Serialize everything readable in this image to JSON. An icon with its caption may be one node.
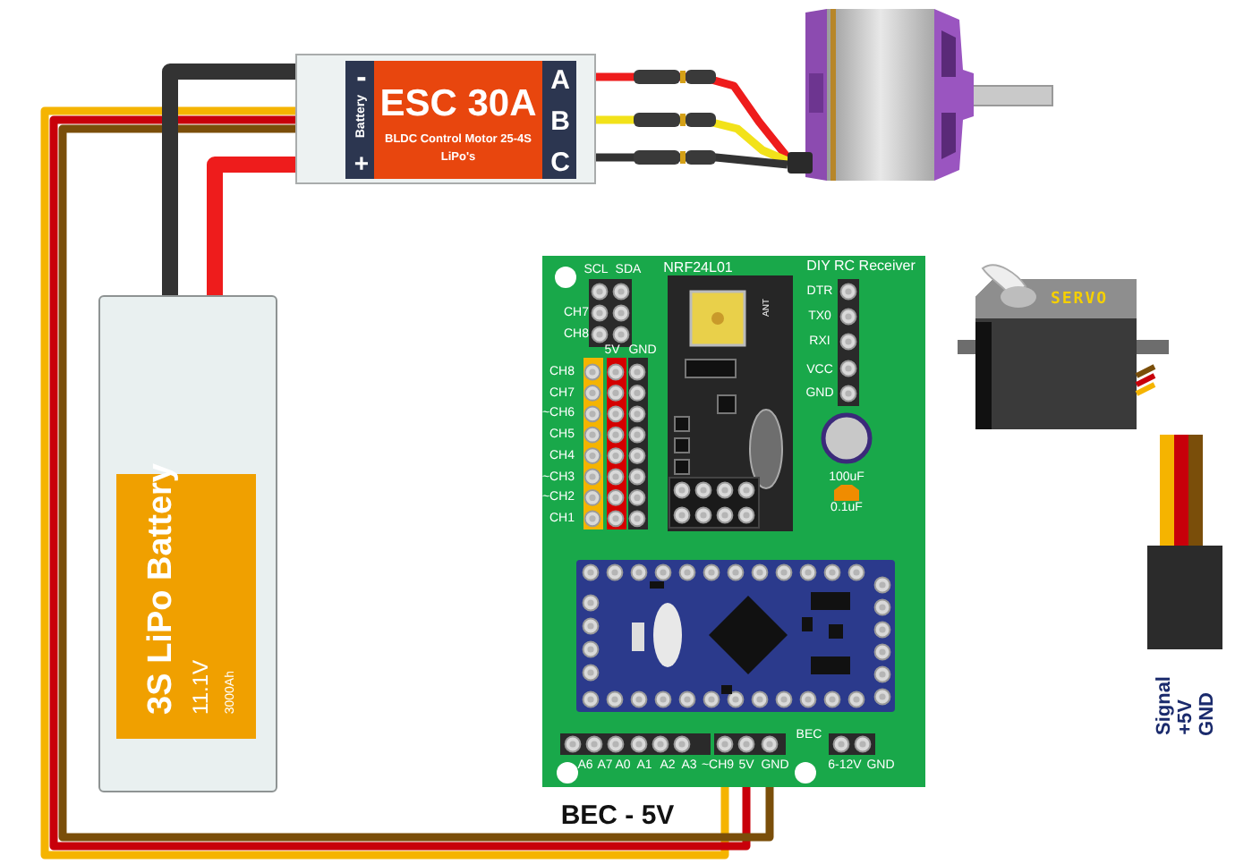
{
  "diagram": {
    "nodes": [
      {
        "text": [
          "-",
          "Battery",
          "+",
          "ESC 30A",
          "BLDC Control Motor 25-4S LiPo's",
          "A",
          "B",
          "C"
        ]
      },
      {
        "text": [],
        "shape": "picture"
      },
      {
        "text": [
          "3S LiPo Battery",
          "11.1V",
          "3000Ah"
        ]
      },
      {
        "text": [
          "DIY RC Receiver"
        ]
      },
      {
        "text": [
          "NRF24L01",
          "ANT"
        ],
        "in": 3
      },
      {
        "text": [
          "SERVO"
        ]
      },
      {
        "text": [],
        "shape": "box",
        "beside": [
          "Signal",
          "+5V",
          "GND"
        ]
      }
    ],
    "edges": [
      {
        "from": 2,
        "to": 0,
        "arrow": "none",
        "style": "thick",
        "color": "#333333"
      },
      {
        "from": 2,
        "to": 0,
        "arrow": "none",
        "style": "thick",
        "color": "#ee1c1c"
      },
      {
        "from": 0,
        "to": 1,
        "arrow": "none",
        "color": "#ee1c1c"
      },
      {
        "from": 0,
        "to": 1,
        "arrow": "none",
        "color": "#f2e21a"
      },
      {
        "from": 0,
        "to": 1,
        "arrow": "none",
        "color": "#333333"
      },
      {
        "from": 0,
        "to": 3,
        "arrow": "none",
        "color": "#f5b400",
        "label": "BEC - 5V"
      },
      {
        "from": 0,
        "to": 3,
        "arrow": "none",
        "color": "#c8000a"
      },
      {
        "from": 0,
        "to": 3,
        "arrow": "none",
        "color": "#7a4e0a"
      }
    ],
    "labels": [
      "SCL",
      "SDA",
      "CH7",
      "CH8",
      "5V",
      "GND",
      "CH8",
      "CH7",
      "~CH6",
      "CH5",
      "CH4",
      "~CH3",
      "~CH2",
      "CH1",
      "DTR",
      "TX0",
      "RXI",
      "VCC",
      "GND",
      "100uF",
      "0.1uF",
      "BEC",
      "A6",
      "A7",
      "A0",
      "A1",
      "A2",
      "A3",
      "~CH9",
      "5V",
      "GND",
      "6-12V",
      "GND"
    ]
  }
}
